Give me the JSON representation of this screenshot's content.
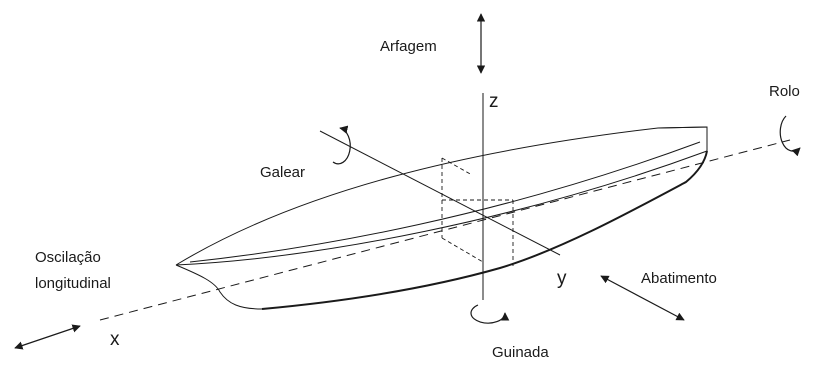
{
  "diagram": {
    "labels": {
      "arfagem": "Arfagem",
      "rolo": "Rolo",
      "galear": "Galear",
      "oscilacao_line1": "Oscilação",
      "oscilacao_line2": "longitudinal",
      "abatimento": "Abatimento",
      "guinada": "Guinada"
    },
    "axes": {
      "x": "x",
      "y": "y",
      "z": "z"
    },
    "colors": {
      "line": "#1a1a1a",
      "background": "#ffffff"
    }
  }
}
